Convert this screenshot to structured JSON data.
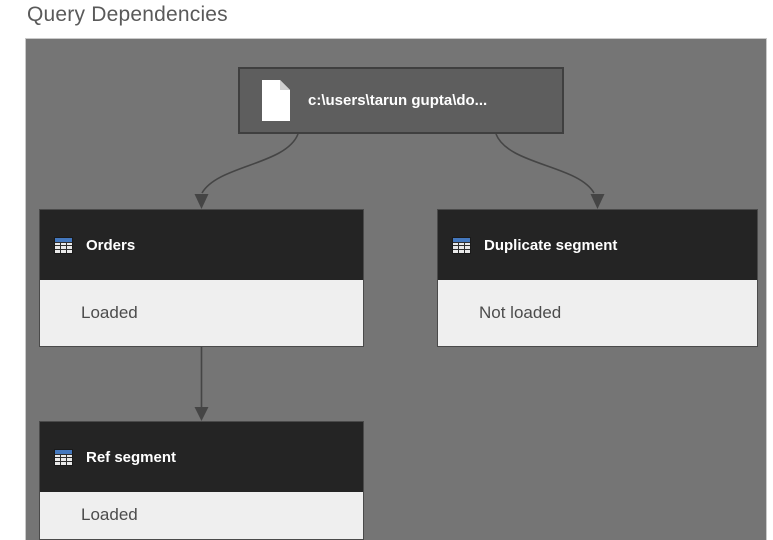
{
  "title": "Query Dependencies",
  "file_node": {
    "label": "c:\\users\\tarun gupta\\do...",
    "icon": "document-icon"
  },
  "nodes": [
    {
      "name": "Orders",
      "status": "Loaded",
      "icon": "table-icon"
    },
    {
      "name": "Duplicate segment",
      "status": "Not loaded",
      "icon": "table-icon"
    },
    {
      "name": "Ref segment",
      "status": "Loaded",
      "icon": "table-icon"
    }
  ],
  "edges": [
    {
      "from": "file",
      "to": "Orders"
    },
    {
      "from": "file",
      "to": "Duplicate segment"
    },
    {
      "from": "Orders",
      "to": "Ref segment"
    }
  ],
  "colors": {
    "canvas_background": "#757575",
    "node_header": "#242424",
    "node_body": "#efefef",
    "file_node_fill": "#5e5e5e",
    "file_node_border": "#3f3f3f",
    "edge": "#454545",
    "table_icon_blue": "#4478be",
    "title_text": "#5a5a5a",
    "status_text": "#4c4c4c"
  }
}
